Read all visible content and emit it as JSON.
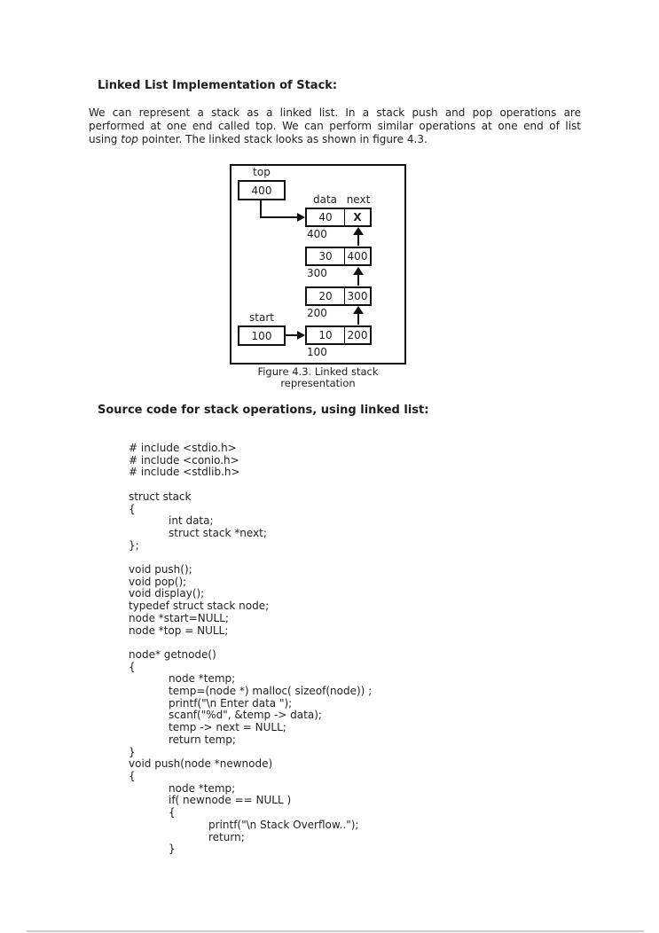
{
  "colors": {
    "page_bg": "#ffffff",
    "ink": "#1f1f1f",
    "diagram_line": "#111111"
  },
  "page": {
    "heading1": "Linked List Implementation of Stack:",
    "paragraph": {
      "line1": "We can represent a stack as a linked list. In a stack push and pop operations are",
      "line2": "performed at one end called top. We can perform similar operations at one end of list",
      "line3_pre": "using ",
      "line3_italic": "top",
      "line3_post": " pointer. The linked stack looks as shown in figure 4.3."
    },
    "diagram": {
      "top_pointer": {
        "label": "top",
        "value": "400"
      },
      "start_pointer": {
        "label": "start",
        "value": "100"
      },
      "col_data": "data",
      "col_next": "next",
      "nodes": [
        {
          "data": "40",
          "next": "X",
          "address": "400"
        },
        {
          "data": "30",
          "next": "400",
          "address": "300"
        },
        {
          "data": "20",
          "next": "300",
          "address": "200"
        },
        {
          "data": "10",
          "next": "200",
          "address": "100"
        }
      ],
      "caption_line1": "Figure 4.3. Linked stack",
      "caption_line2": "representation"
    },
    "heading2": "Source code for stack operations, using linked list:",
    "code": "# include <stdio.h>\n# include <conio.h>\n# include <stdlib.h>\n\nstruct stack\n{\n\tint data;\n\tstruct stack *next;\n};\n\nvoid push();\nvoid pop();\nvoid display();\ntypedef struct stack node;\nnode *start=NULL;\nnode *top = NULL;\n\nnode* getnode()\n{\n\tnode *temp;\n\ttemp=(node *) malloc( sizeof(node)) ;\n\tprintf(\"\\n Enter data \");\n\tscanf(\"%d\", &temp -> data);\n\ttemp -> next = NULL;\n\treturn temp;\n}\nvoid push(node *newnode)\n{\n\tnode *temp;\n\tif( newnode == NULL )\n\t{\n\t\tprintf(\"\\n Stack Overflow..\");\n\t\treturn;\n\t}"
  }
}
